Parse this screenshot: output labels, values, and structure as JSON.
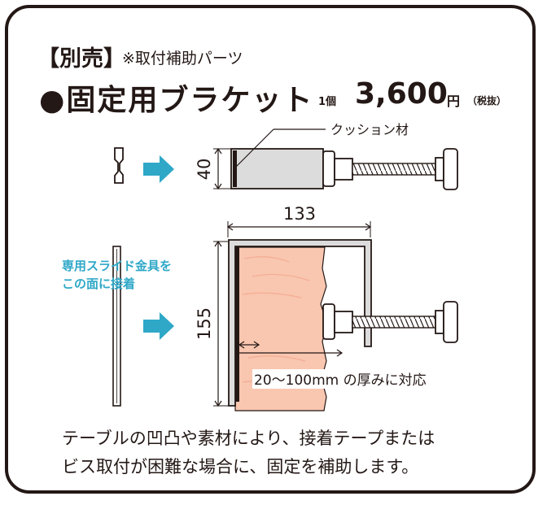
{
  "header": {
    "tag": "【別売】",
    "subtitle": "※取付補助パーツ",
    "title": "●固定用ブラケット",
    "quantity": "1個",
    "price": "3,600",
    "price_unit": "円",
    "tax_note": "（税抜）"
  },
  "diagram": {
    "cushion_label": "クッション材",
    "dim_height_top": "40",
    "dim_width": "133",
    "dim_height_bottom": "155",
    "slide_note_line1": "専用スライド金具を",
    "slide_note_line2": "この面に接着",
    "thickness_range": "20〜100mm の厚みに対応",
    "colors": {
      "accent": "#2fa8c8",
      "table": "#f9c6b0",
      "line": "#231815",
      "bracket_fill": "#dcdcdc"
    }
  },
  "description": {
    "line1": "テーブルの凹凸や素材により、接着テープまたは",
    "line2": "ビス取付が困難な場合に、固定を補助します。"
  }
}
